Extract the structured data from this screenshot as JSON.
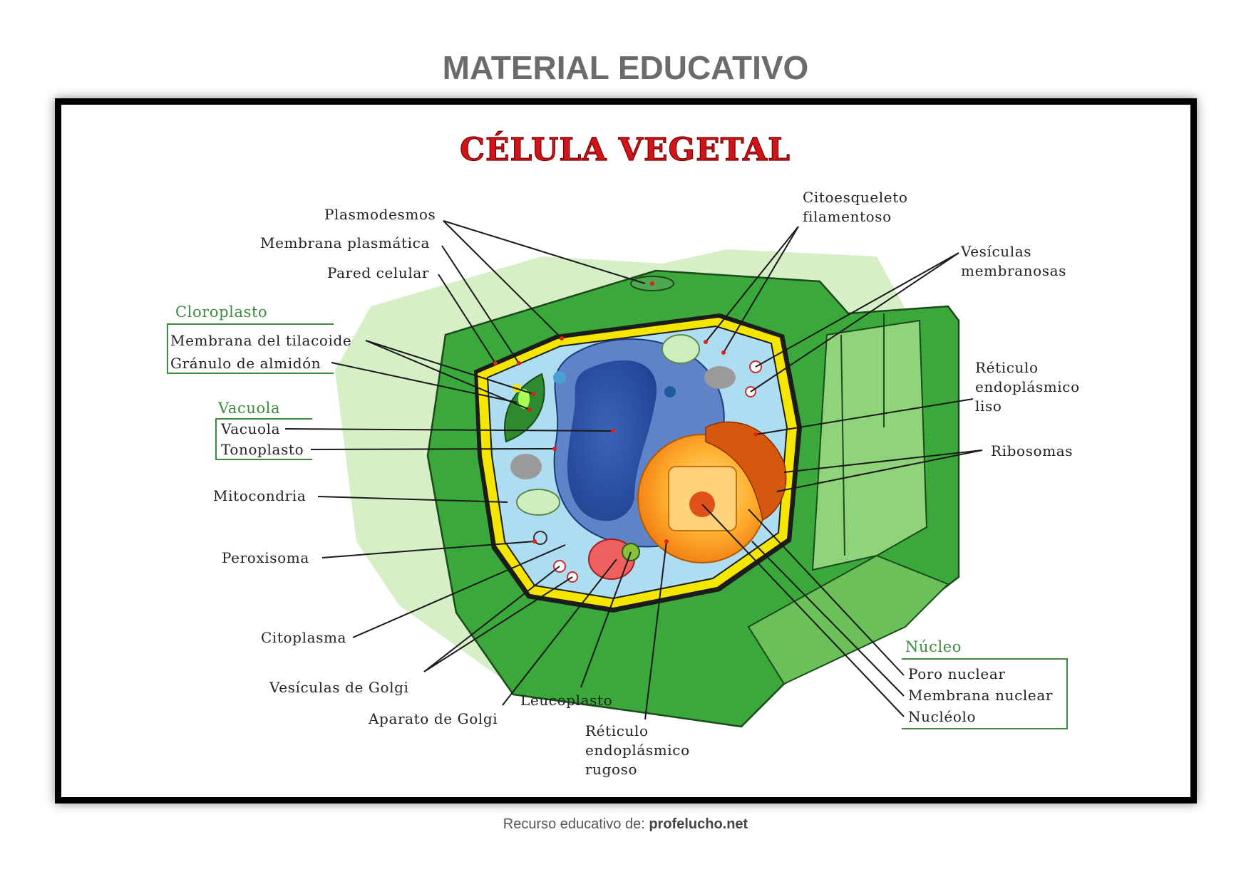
{
  "header": "MATERIAL EDUCATIVO",
  "title": "CÉLULA VEGETAL",
  "footer": {
    "prefix": "Recurso educativo de: ",
    "site": "profelucho.net"
  },
  "groups": {
    "chloroplast": "Cloroplasto",
    "vacuole": "Vacuola",
    "nucleus": "Núcleo"
  },
  "labels": {
    "plasmodesmos": "Plasmodesmos",
    "membrana_plasmatica": "Membrana plasmática",
    "pared_celular": "Pared celular",
    "membrana_tilacoide": "Membrana del tilacoide",
    "granulo_almidon": "Gránulo de almidón",
    "vacuola": "Vacuola",
    "tonoplasto": "Tonoplasto",
    "mitocondria": "Mitocondria",
    "peroxisoma": "Peroxisoma",
    "citoplasma": "Citoplasma",
    "vesiculas_golgi": "Vesículas de Golgi",
    "aparato_golgi": "Aparato de Golgi",
    "leucoplasto": "Leucoplasto",
    "reticulo_rugoso": [
      "Réticulo",
      "endoplásmico",
      "rugoso"
    ],
    "citoesqueleto": [
      "Citoesqueleto",
      "filamentoso"
    ],
    "vesiculas_membranosas": [
      "Vesículas",
      "membranosas"
    ],
    "reticulo_liso": [
      "Réticulo",
      "endoplásmico",
      "liso"
    ],
    "ribosomas": "Ribosomas",
    "poro_nuclear": "Poro nuclear",
    "membrana_nuclear": "Membrana nuclear",
    "nucleolo": "Nucléolo"
  },
  "colors": {
    "title": "#d0141a",
    "wall_dark": "#3aa83a",
    "wall_light": "#8fd37a",
    "background_shape": "#d6efc6",
    "cytoplasm": "#aedcf0",
    "vacuole": "#2f55a8",
    "membrane": "#f5e600",
    "nucleus": "#f59a1a",
    "group_label": "#3d8a3d"
  }
}
